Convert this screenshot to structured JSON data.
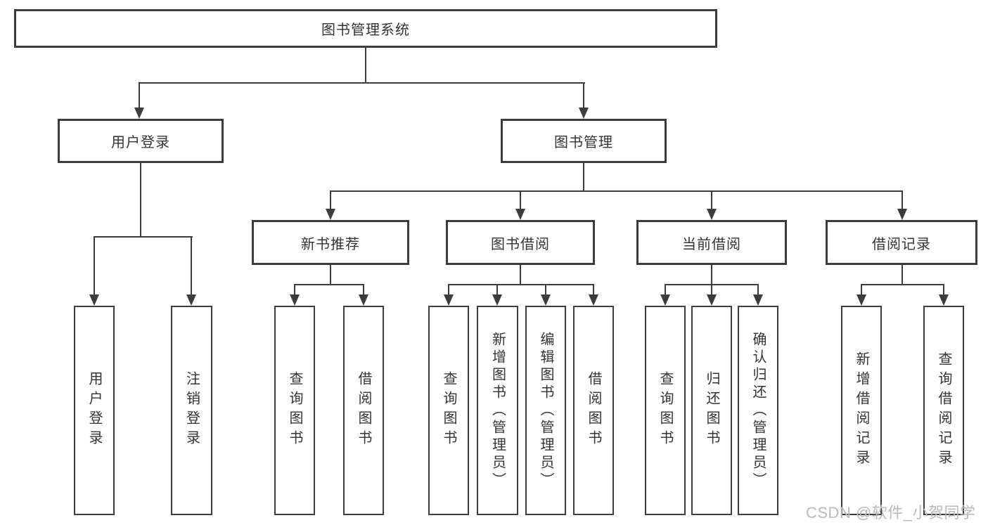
{
  "diagram_title": "图书管理系统",
  "tree": {
    "root": {
      "label": "图书管理系统"
    },
    "children": [
      {
        "label": "用户登录",
        "children": [
          {
            "label": "用户登录"
          },
          {
            "label": "注销登录"
          }
        ]
      },
      {
        "label": "图书管理",
        "children": [
          {
            "label": "新书推荐",
            "children": [
              {
                "label": "查询图书"
              },
              {
                "label": "借阅图书"
              }
            ]
          },
          {
            "label": "图书借阅",
            "children": [
              {
                "label": "查询图书"
              },
              {
                "label": "新增图书（管理员）"
              },
              {
                "label": "编辑图书（管理员）"
              },
              {
                "label": "借阅图书"
              }
            ]
          },
          {
            "label": "当前借阅",
            "children": [
              {
                "label": "查询图书"
              },
              {
                "label": "归还图书"
              },
              {
                "label": "确认归还（管理员）"
              }
            ]
          },
          {
            "label": "借阅记录",
            "children": [
              {
                "label": "新增借阅记录"
              },
              {
                "label": "查询借阅记录"
              }
            ]
          }
        ]
      }
    ]
  },
  "watermark": {
    "text": "CSDN @软件_小贺同学"
  },
  "colors": {
    "line": "#3c3c3c",
    "text": "#333333",
    "background": "#ffffff",
    "watermark": "#b9b9b9"
  }
}
